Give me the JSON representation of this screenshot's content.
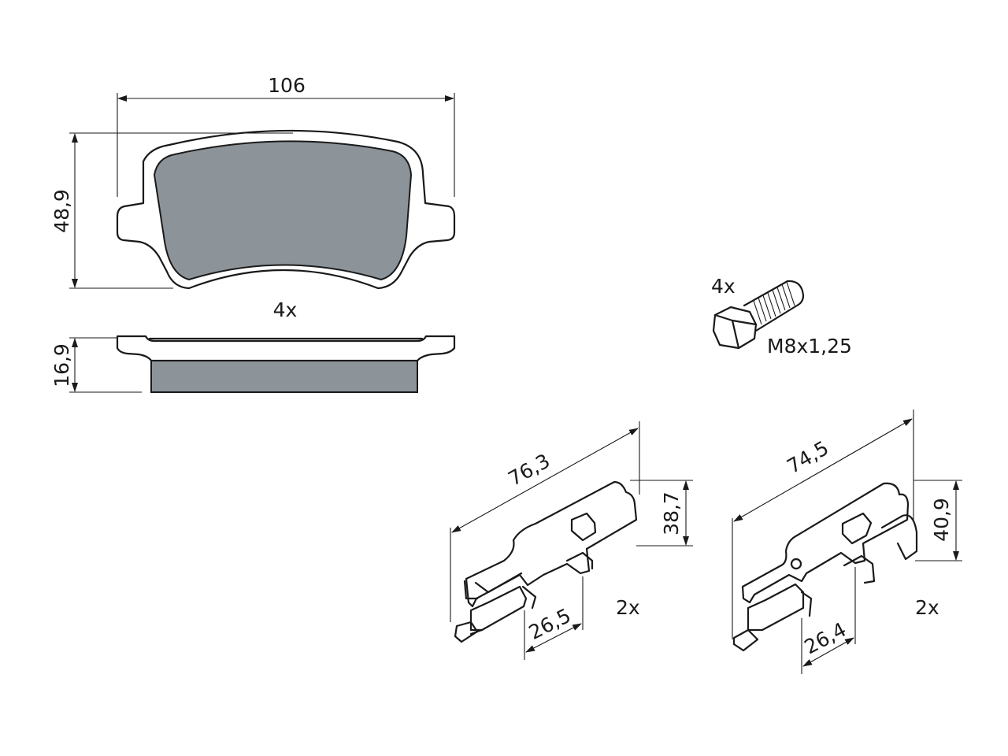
{
  "pad": {
    "width_label": "106",
    "height_label": "48,9",
    "thickness_label": "16,9",
    "qty_label": "4x",
    "friction_color": "#8c949a"
  },
  "bolt": {
    "qty_label": "4x",
    "thread_label": "M8x1,25"
  },
  "clip_left": {
    "length_label": "76,3",
    "height_label": "38,7",
    "spacing_label": "26,5",
    "qty_label": "2x"
  },
  "clip_right": {
    "length_label": "74,5",
    "height_label": "40,9",
    "spacing_label": "26,4",
    "qty_label": "2x"
  }
}
